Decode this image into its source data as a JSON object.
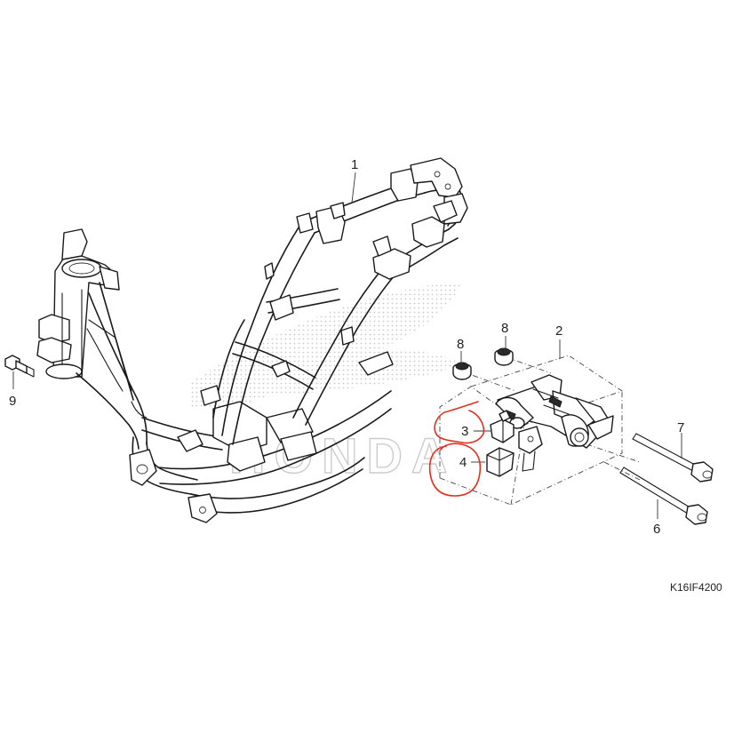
{
  "diagram": {
    "callouts": [
      {
        "id": "frame-body",
        "label": "1"
      },
      {
        "id": "engine-hanger",
        "label": "2"
      },
      {
        "id": "hanger-stopper",
        "label": "3"
      },
      {
        "id": "hanger-rubber",
        "label": "4"
      },
      {
        "id": "lower-bolt",
        "label": "6"
      },
      {
        "id": "upper-bolt",
        "label": "7"
      },
      {
        "id": "bushing-left",
        "label": "8"
      },
      {
        "id": "bushing-right",
        "label": "8"
      },
      {
        "id": "side-bolt",
        "label": "9"
      }
    ],
    "figure_code": "K16IF4200",
    "watermark_text": "HONDA",
    "colors": {
      "line": "#1a1a1a",
      "annotation": "#e0301e",
      "background": "#ffffff",
      "watermark": "#cfcfcf"
    }
  }
}
